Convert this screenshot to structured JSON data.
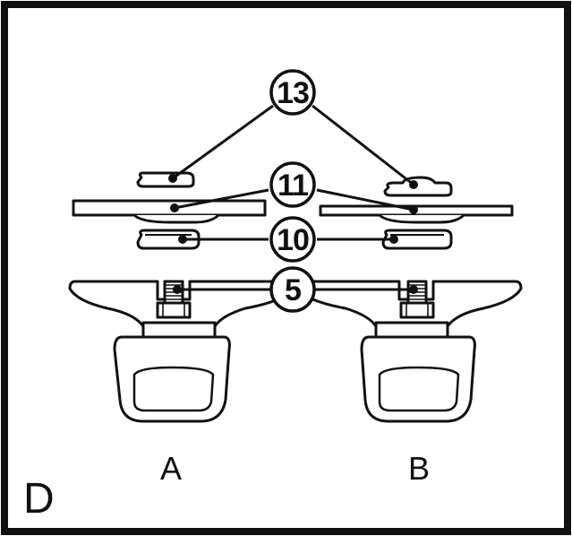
{
  "figure": {
    "panel_label": "D",
    "colors": {
      "ink": "#111111",
      "part_fill": "#ffffff",
      "background": "#ffffff"
    },
    "callouts": [
      {
        "id": "c13",
        "label": "13"
      },
      {
        "id": "c11",
        "label": "11"
      },
      {
        "id": "c10",
        "label": "10"
      },
      {
        "id": "c5",
        "label": "5"
      }
    ],
    "units": [
      {
        "id": "unit-a",
        "label": "A"
      },
      {
        "id": "unit-b",
        "label": "B"
      }
    ]
  }
}
